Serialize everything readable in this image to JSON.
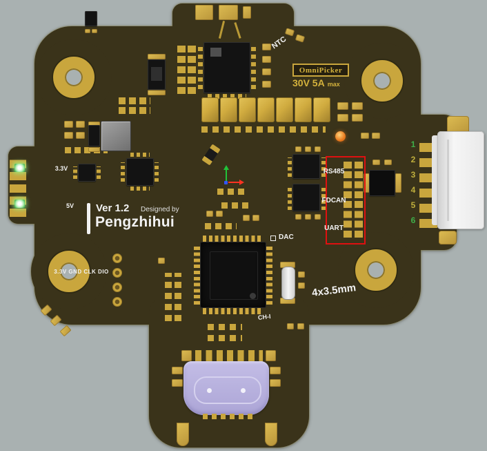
{
  "palette": {
    "background": "#a9b1b1",
    "pcb": "#3a331a",
    "pad_gold": "#c9a63d",
    "silkscreen_white": "#f2f2f2",
    "silkscreen_gold": "#d4b23c",
    "highlight_red": "#e01010",
    "usb_lavender": "#b6b0dd",
    "led_green": "#3fae49",
    "status_orange": "#e8791e"
  },
  "silkscreen": {
    "brand_badge": "OmniPicker",
    "rating": "30V 5A",
    "rating_suffix": "max",
    "ntc": "NTC",
    "version": "Ver 1.2",
    "designed_by": "Designed by",
    "author": "Pengzhihui",
    "rail_33v": "3.3V",
    "rail_5v": "5V",
    "dac": "DAC",
    "ch_i": "CH-I",
    "mount_spec": "4x3.5mm",
    "debug_header": "3.3V GND CLK DIO",
    "interface_rs485": "RS485",
    "interface_fdcan": "FDCAN",
    "interface_uart": "UART"
  },
  "connector": {
    "pins": [
      "1",
      "2",
      "3",
      "4",
      "5",
      "6"
    ]
  }
}
